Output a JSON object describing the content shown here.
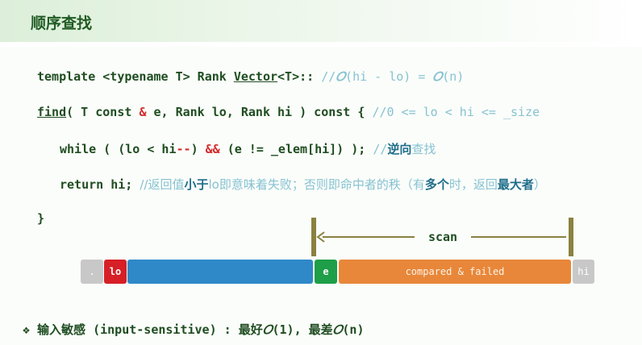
{
  "header": {
    "title": "顺序查找"
  },
  "code": {
    "line1": {
      "prefix": "template <typename T> Rank ",
      "class_name": "Vector",
      "suffix": "<T>:: ",
      "comment_a": "//",
      "big_o": "𝑂",
      "comment_b": "(hi - lo) = ",
      "comment_c": "(n)"
    },
    "line2": {
      "fn_name": "find",
      "part1": "( T const ",
      "amp": "&",
      "part2": " e, Rank lo, Rank hi ) const { ",
      "comment": "//0 <= lo < hi <= _size"
    },
    "line3": {
      "part1": "while ( (lo < hi",
      "dec": "--",
      "part2": ") ",
      "and": "&&",
      "part3": " (e != _elem[hi]) ); ",
      "comment_a": "//",
      "comment_b": "逆向",
      "comment_c": "查找"
    },
    "line4": {
      "part1": "return hi; ",
      "c1": "//返回值",
      "c2": "小于",
      "c3": "lo即意味着失败；否则即命中者的秩（有",
      "c4": "多个",
      "c5": "时，返回",
      "c6": "最大者",
      "c7": "）"
    },
    "line5": "}"
  },
  "diagram": {
    "scan_label": "scan",
    "dot_label": ".",
    "lo_label": "lo",
    "e_label": "e",
    "failed_label": "compared & failed",
    "hi_label": "hi",
    "colors": {
      "gray": "#c8c8c8",
      "lo": "#d71f26",
      "blue": "#2f89c9",
      "e": "#1e9e48",
      "orange": "#e8873a",
      "marker": "#8a8140"
    }
  },
  "footer": {
    "bullet": "❖",
    "text1": " 输入敏感 (input-sensitive) : 最好",
    "o1": "𝑂",
    "text2": "(1), 最差",
    "o2": "𝑂",
    "text3": "(n)"
  }
}
